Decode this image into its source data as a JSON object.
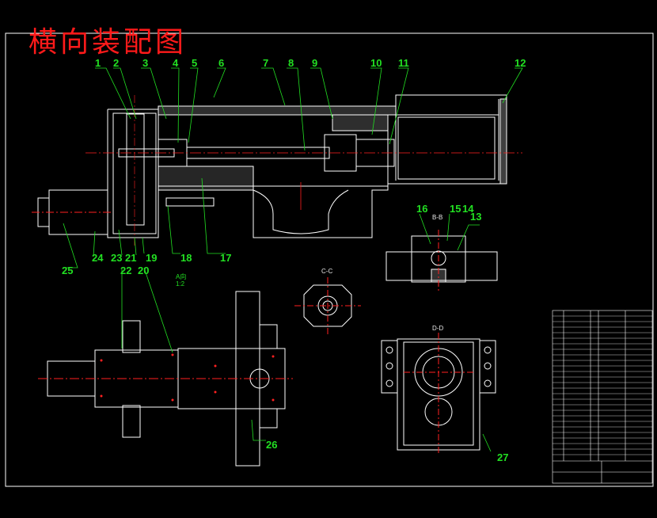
{
  "title": "横向装配图",
  "part_labels": [
    "1",
    "2",
    "3",
    "4",
    "5",
    "6",
    "7",
    "8",
    "9",
    "10",
    "11",
    "12",
    "13",
    "14",
    "15",
    "16",
    "17",
    "18",
    "19",
    "20",
    "21",
    "22",
    "23",
    "24",
    "25",
    "26",
    "27"
  ],
  "section_labels": {
    "detail_a": "A向",
    "detail_scale": "1:2",
    "section_c": "C-C",
    "section_d": "D-D",
    "section_b": "B-B"
  },
  "colors": {
    "background": "#000000",
    "outline": "#ffffff",
    "leader": "#22e022",
    "title": "#ff1a1a",
    "centerline": "#ff2020",
    "hatch": "#ffffff",
    "accent": "#ffff00"
  }
}
